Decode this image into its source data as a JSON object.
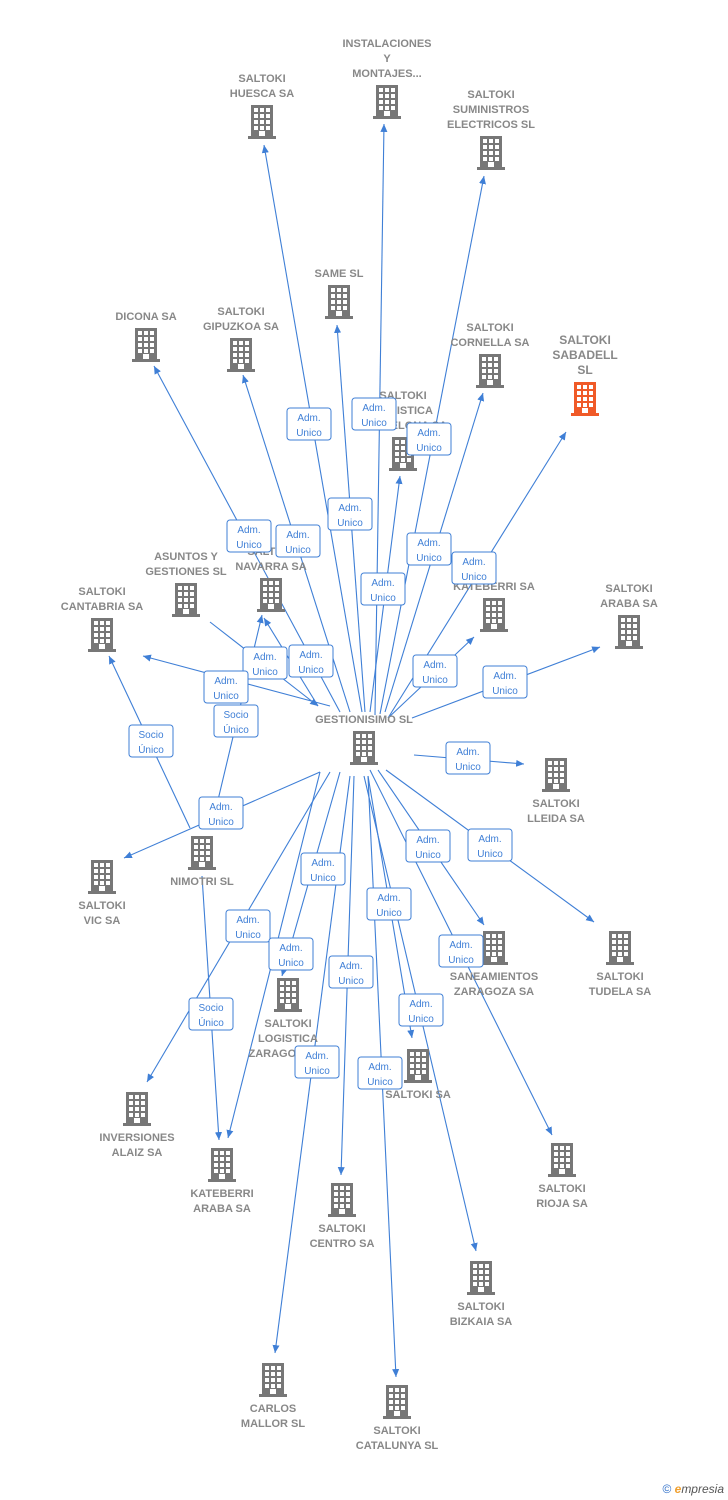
{
  "colors": {
    "edge": "#3f7fd6",
    "node": "#777777",
    "focus": "#f05a28"
  },
  "center": "gestionisimo",
  "nodes": [
    {
      "id": "gestionisimo",
      "lines": [
        "GESTIONISIMO SL"
      ],
      "icon": "building-icon"
    },
    {
      "id": "instalaciones",
      "lines": [
        "INSTALACIONES",
        "Y",
        "MONTAJES..."
      ],
      "icon": "building-icon"
    },
    {
      "id": "huesca",
      "lines": [
        "SALTOKI",
        "HUESCA SA"
      ],
      "icon": "building-icon"
    },
    {
      "id": "suministros",
      "lines": [
        "SALTOKI",
        "SUMINISTROS",
        "ELECTRICOS SL"
      ],
      "icon": "building-icon"
    },
    {
      "id": "same",
      "lines": [
        "SAME SL"
      ],
      "icon": "building-icon"
    },
    {
      "id": "dicona",
      "lines": [
        "DICONA SA"
      ],
      "icon": "building-icon"
    },
    {
      "id": "gipuzkoa",
      "lines": [
        "SALTOKI",
        "GIPUZKOA SA"
      ],
      "icon": "building-icon"
    },
    {
      "id": "cornella",
      "lines": [
        "SALTOKI",
        "CORNELLA SA"
      ],
      "icon": "building-icon"
    },
    {
      "id": "sabadell",
      "lines": [
        "SALTOKI",
        "SABADELL",
        "SL"
      ],
      "icon": "building-icon",
      "focus": true
    },
    {
      "id": "logbarcelona",
      "lines": [
        "SALTOKI",
        "LOGISTICA",
        "BARCELONA SA"
      ],
      "icon": "building-icon"
    },
    {
      "id": "asuntos",
      "lines": [
        "ASUNTOS Y",
        "GESTIONES SL"
      ],
      "icon": "building-icon"
    },
    {
      "id": "navarra",
      "lines": [
        "SALTOKI",
        "NAVARRA SA"
      ],
      "icon": "building-icon"
    },
    {
      "id": "cantabria",
      "lines": [
        "SALTOKI",
        "CANTABRIA SA"
      ],
      "icon": "building-icon"
    },
    {
      "id": "kateberri",
      "lines": [
        "KATEBERRI SA"
      ],
      "icon": "building-icon"
    },
    {
      "id": "araba",
      "lines": [
        "SALTOKI",
        "ARABA SA"
      ],
      "icon": "building-icon"
    },
    {
      "id": "lleida",
      "lines": [
        "SALTOKI",
        "LLEIDA SA"
      ],
      "icon": "building-icon"
    },
    {
      "id": "nimotri",
      "lines": [
        "NIMOTRI SL"
      ],
      "icon": "building-icon"
    },
    {
      "id": "vic",
      "lines": [
        "SALTOKI",
        "VIC SA"
      ],
      "icon": "building-icon"
    },
    {
      "id": "zaragoza",
      "lines": [
        "SANEAMIENTOS",
        "ZARAGOZA SA"
      ],
      "icon": "building-icon"
    },
    {
      "id": "tudela",
      "lines": [
        "SALTOKI",
        "TUDELA SA"
      ],
      "icon": "building-icon"
    },
    {
      "id": "logzaragoza",
      "lines": [
        "SALTOKI",
        "LOGISTICA",
        "ZARAGOZA SL"
      ],
      "icon": "building-icon"
    },
    {
      "id": "saltokisa",
      "lines": [
        "SALTOKI SA"
      ],
      "icon": "building-icon"
    },
    {
      "id": "inversiones",
      "lines": [
        "INVERSIONES",
        "ALAIZ SA"
      ],
      "icon": "building-icon"
    },
    {
      "id": "kateberriaraba",
      "lines": [
        "KATEBERRI",
        "ARABA SA"
      ],
      "icon": "building-icon"
    },
    {
      "id": "rioja",
      "lines": [
        "SALTOKI",
        "RIOJA SA"
      ],
      "icon": "building-icon"
    },
    {
      "id": "centro",
      "lines": [
        "SALTOKI",
        "CENTRO SA"
      ],
      "icon": "building-icon"
    },
    {
      "id": "bizkaia",
      "lines": [
        "SALTOKI",
        "BIZKAIA SA"
      ],
      "icon": "building-icon"
    },
    {
      "id": "mallor",
      "lines": [
        "CARLOS",
        "MALLOR SL"
      ],
      "icon": "building-icon"
    },
    {
      "id": "catalunya",
      "lines": [
        "SALTOKI",
        "CATALUNYA SL"
      ],
      "icon": "building-icon"
    }
  ],
  "edges": [
    {
      "from": "gestionisimo",
      "to": "instalaciones",
      "label": [
        "Adm.",
        "Unico"
      ]
    },
    {
      "from": "gestionisimo",
      "to": "huesca",
      "label": [
        "Adm.",
        "Unico"
      ]
    },
    {
      "from": "gestionisimo",
      "to": "suministros",
      "label": [
        "Adm.",
        "Unico"
      ]
    },
    {
      "from": "gestionisimo",
      "to": "same",
      "label": [
        "Adm.",
        "Unico"
      ]
    },
    {
      "from": "gestionisimo",
      "to": "dicona",
      "label": [
        "Adm.",
        "Unico"
      ]
    },
    {
      "from": "gestionisimo",
      "to": "gipuzkoa",
      "label": [
        "Adm.",
        "Unico"
      ]
    },
    {
      "from": "gestionisimo",
      "to": "cornella",
      "label": [
        "Adm.",
        "Unico"
      ]
    },
    {
      "from": "gestionisimo",
      "to": "sabadell",
      "label": [
        "Adm.",
        "Unico"
      ]
    },
    {
      "from": "gestionisimo",
      "to": "logbarcelona",
      "label": [
        "Adm.",
        "Unico"
      ]
    },
    {
      "from": "gestionisimo",
      "to": "navarra",
      "label": [
        "Adm.",
        "Unico"
      ]
    },
    {
      "from": "asuntos",
      "to": "gestionisimo",
      "label": [
        "Adm.",
        "Unico"
      ]
    },
    {
      "from": "gestionisimo",
      "to": "cantabria",
      "label": [
        "Adm.",
        "Unico"
      ]
    },
    {
      "from": "gestionisimo",
      "to": "kateberri",
      "label": [
        "Adm.",
        "Unico"
      ]
    },
    {
      "from": "gestionisimo",
      "to": "araba",
      "label": [
        "Adm.",
        "Unico"
      ]
    },
    {
      "from": "gestionisimo",
      "to": "lleida",
      "label": [
        "Adm.",
        "Unico"
      ]
    },
    {
      "from": "nimotri",
      "to": "cantabria",
      "label": [
        "Socio",
        "Único"
      ]
    },
    {
      "from": "nimotri",
      "to": "navarra",
      "label": [
        "Socio",
        "Único"
      ]
    },
    {
      "from": "gestionisimo",
      "to": "vic",
      "label": [
        "Adm.",
        "Unico"
      ]
    },
    {
      "from": "gestionisimo",
      "to": "zaragoza",
      "label": [
        "Adm.",
        "Unico"
      ]
    },
    {
      "from": "gestionisimo",
      "to": "tudela",
      "label": [
        "Adm.",
        "Unico"
      ]
    },
    {
      "from": "gestionisimo",
      "to": "logzaragoza",
      "label": [
        "Adm.",
        "Unico"
      ]
    },
    {
      "from": "gestionisimo",
      "to": "saltokisa",
      "label": [
        "Adm.",
        "Unico"
      ]
    },
    {
      "from": "gestionisimo",
      "to": "inversiones",
      "label": [
        "Adm.",
        "Unico"
      ]
    },
    {
      "from": "gestionisimo",
      "to": "kateberriaraba",
      "label": [
        "Adm.",
        "Unico"
      ]
    },
    {
      "from": "nimotri",
      "to": "kateberriaraba",
      "label": [
        "Socio",
        "Único"
      ]
    },
    {
      "from": "gestionisimo",
      "to": "rioja",
      "label": [
        "Adm.",
        "Unico"
      ]
    },
    {
      "from": "gestionisimo",
      "to": "centro",
      "label": [
        "Adm.",
        "Unico"
      ]
    },
    {
      "from": "gestionisimo",
      "to": "bizkaia",
      "label": [
        "Adm.",
        "Unico"
      ]
    },
    {
      "from": "gestionisimo",
      "to": "mallor",
      "label": [
        "Adm.",
        "Unico"
      ]
    },
    {
      "from": "gestionisimo",
      "to": "catalunya",
      "label": [
        "Adm.",
        "Unico"
      ]
    }
  ],
  "footer": {
    "copyright": "©",
    "brand_initial": "e",
    "brand_rest": "mpresia"
  }
}
